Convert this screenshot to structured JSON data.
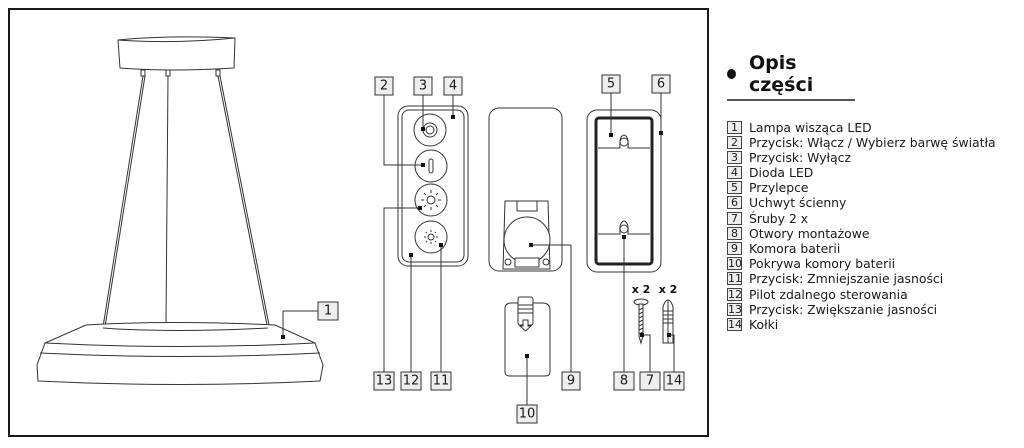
{
  "legend": {
    "title": "Opis części",
    "items": [
      {
        "num": "1",
        "label": "Lampa wisząca LED"
      },
      {
        "num": "2",
        "label": "Przycisk: Włącz / Wybierz barwę światła"
      },
      {
        "num": "3",
        "label": "Przycisk: Wyłącz"
      },
      {
        "num": "4",
        "label": "Dioda LED"
      },
      {
        "num": "5",
        "label": "Przylepce"
      },
      {
        "num": "6",
        "label": "Uchwyt ścienny"
      },
      {
        "num": "7",
        "label": "Śruby 2 x"
      },
      {
        "num": "8",
        "label": "Otwory montażowe"
      },
      {
        "num": "9",
        "label": "Komora baterii"
      },
      {
        "num": "10",
        "label": "Pokrywa komory baterii"
      },
      {
        "num": "11",
        "label": "Przycisk: Zmniejszanie jasności"
      },
      {
        "num": "12",
        "label": "Pilot zdalnego sterowania"
      },
      {
        "num": "13",
        "label": "Przycisk: Zwiększanie jasności"
      },
      {
        "num": "14",
        "label": "Kołki"
      }
    ]
  },
  "callouts": {
    "c1": "1",
    "c2": "2",
    "c3": "3",
    "c4": "4",
    "c5": "5",
    "c6": "6",
    "c7": "7",
    "c8": "8",
    "c9": "9",
    "c10": "10",
    "c11": "11",
    "c12": "12",
    "c13": "13",
    "c14": "14"
  },
  "quantities": {
    "screws": "x 2",
    "dowels": "x 2"
  }
}
